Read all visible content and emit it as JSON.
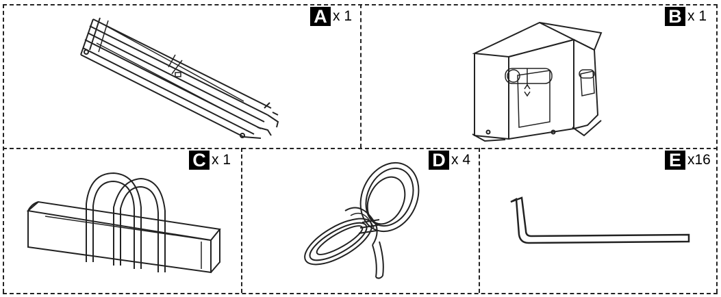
{
  "parts": [
    {
      "letter": "A",
      "qty": "x 1",
      "icon": "folded-frame-icon"
    },
    {
      "letter": "B",
      "qty": "x 1",
      "icon": "canopy-tent-icon"
    },
    {
      "letter": "C",
      "qty": "x 1",
      "icon": "carry-bag-icon"
    },
    {
      "letter": "D",
      "qty": "x 4",
      "icon": "rope-coil-icon"
    },
    {
      "letter": "E",
      "qty": "x16",
      "icon": "hex-key-icon"
    }
  ]
}
